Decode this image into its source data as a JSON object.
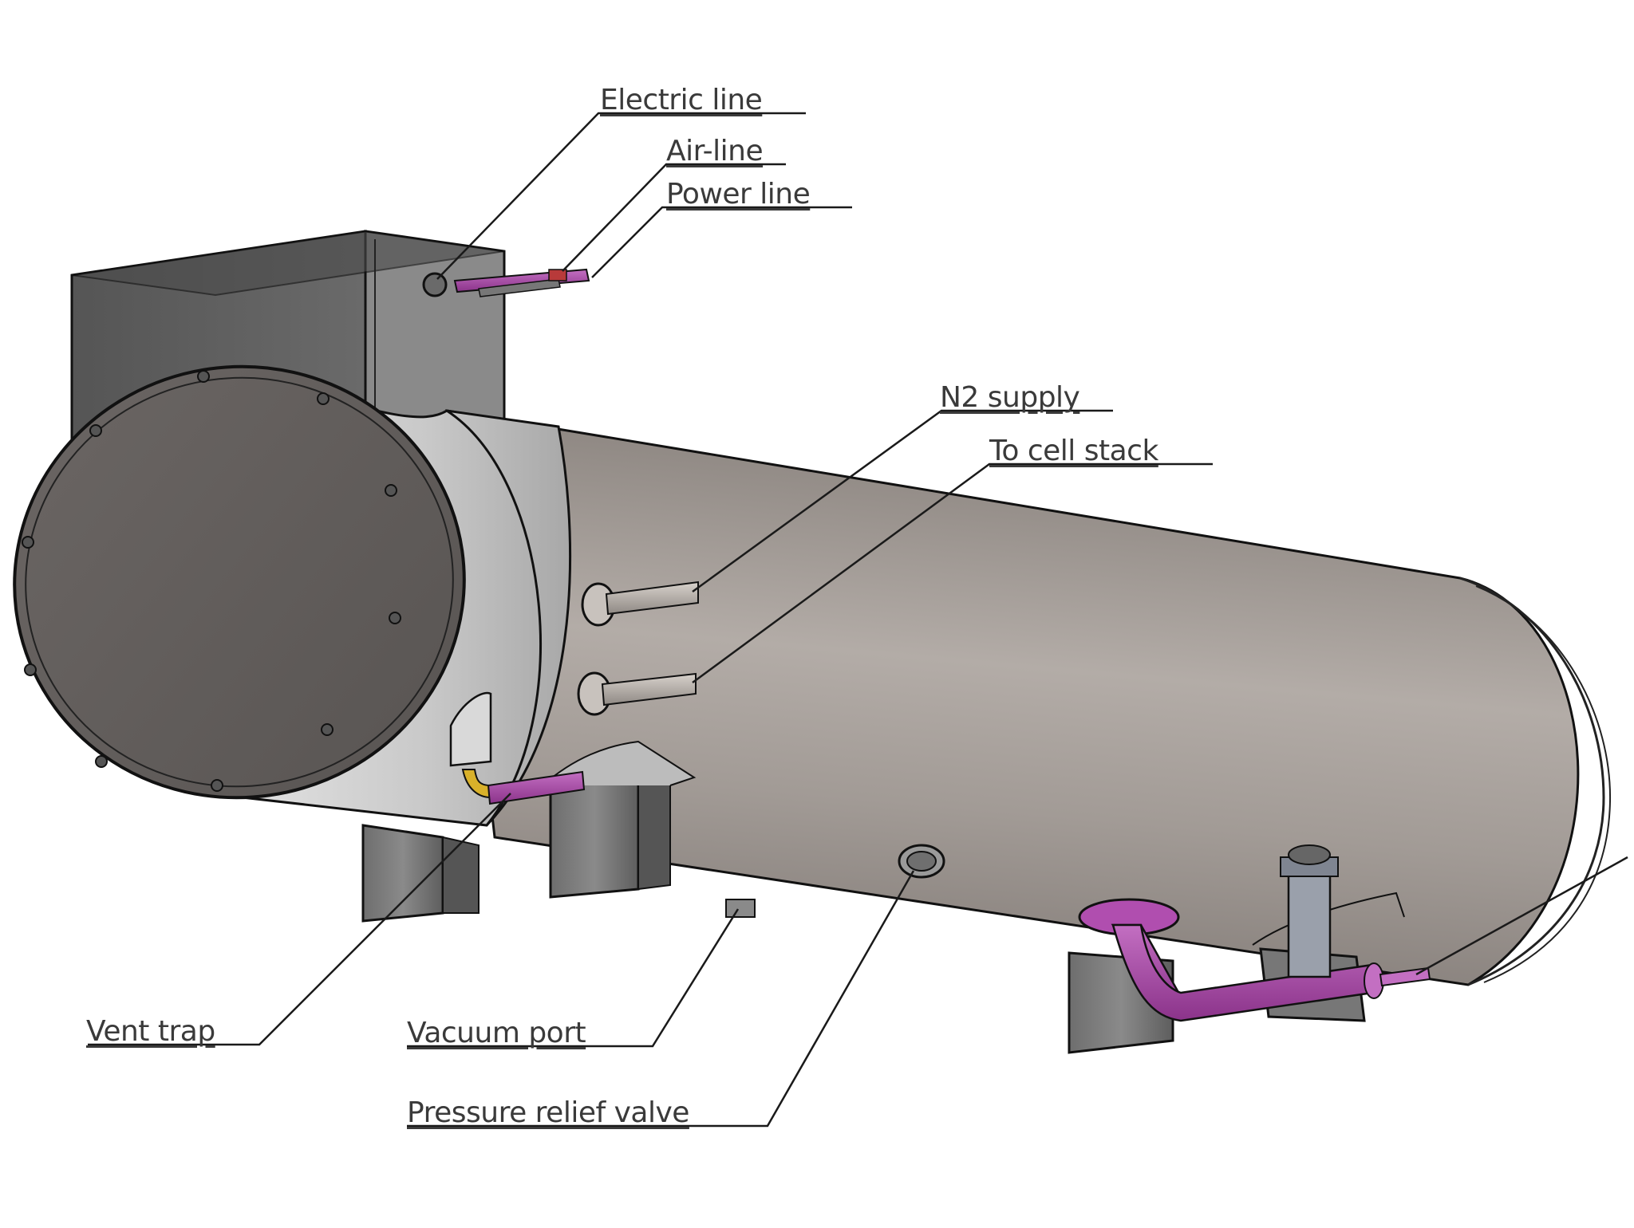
{
  "labels": {
    "electric_line": "Electric line",
    "air_line": "Air-line",
    "power_line": "Power line",
    "n2_supply": "N2 supply",
    "to_cell_stack": "To cell stack",
    "vent_trap": "Vent trap",
    "vacuum_port": "Vacuum port",
    "pressure_relief_valve": "Pressure relief valve"
  },
  "colors": {
    "shell": "#a9a19b",
    "end_cap": "#6d6866",
    "band": "#cfcfcf",
    "box": "#5f5f5f",
    "pipe_purple": "#a74aa6",
    "yellow_fitting": "#d9b12a",
    "leader": "#1a1a1a",
    "label_text": "#3a3a3a"
  }
}
